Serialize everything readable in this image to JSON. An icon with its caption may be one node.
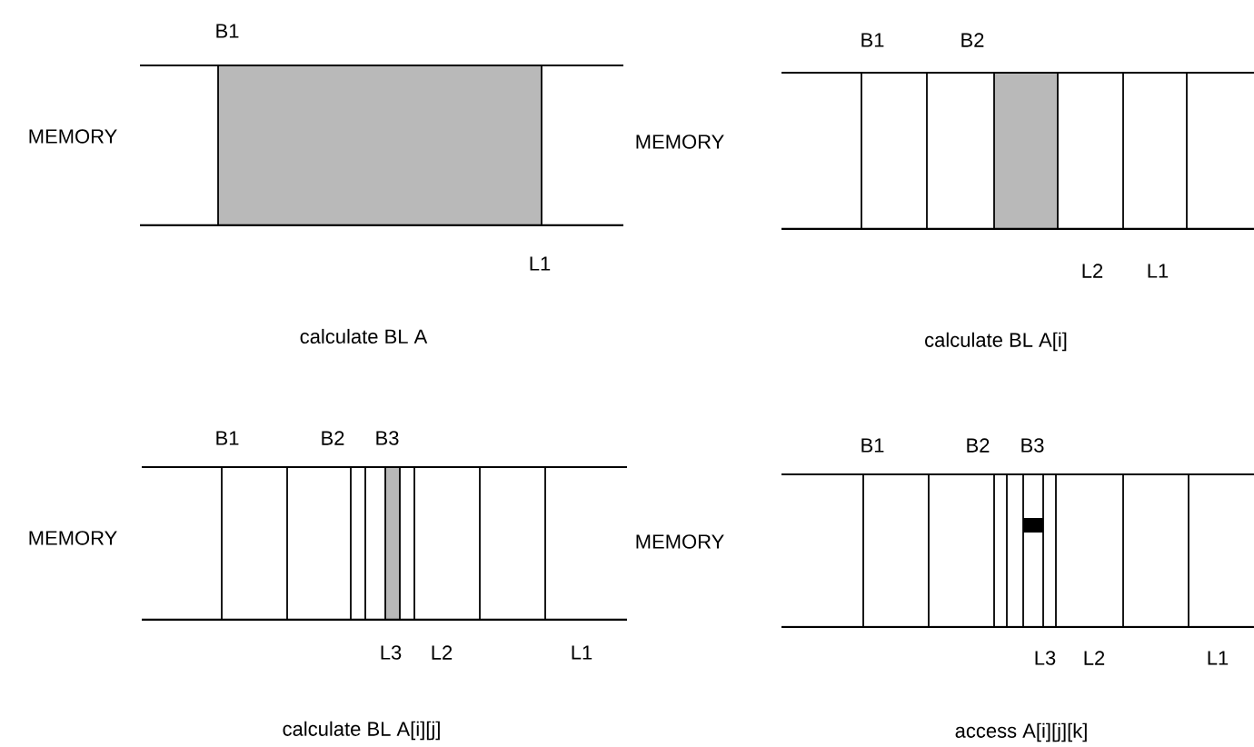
{
  "diagram": {
    "labels": [
      "B1",
      "MEMORY",
      "L1",
      "calculate BL A",
      "B1",
      "B2",
      "MEMORY",
      "L2",
      "L1",
      "calculate BL A[i]",
      "B1",
      "B2",
      "B3",
      "MEMORY",
      "L3",
      "L2",
      "L1",
      "calculate BL A[i][j]",
      "B1",
      "B2",
      "B3",
      "MEMORY",
      "L3",
      "L2",
      "L1",
      "access A[i][j][k]"
    ]
  }
}
